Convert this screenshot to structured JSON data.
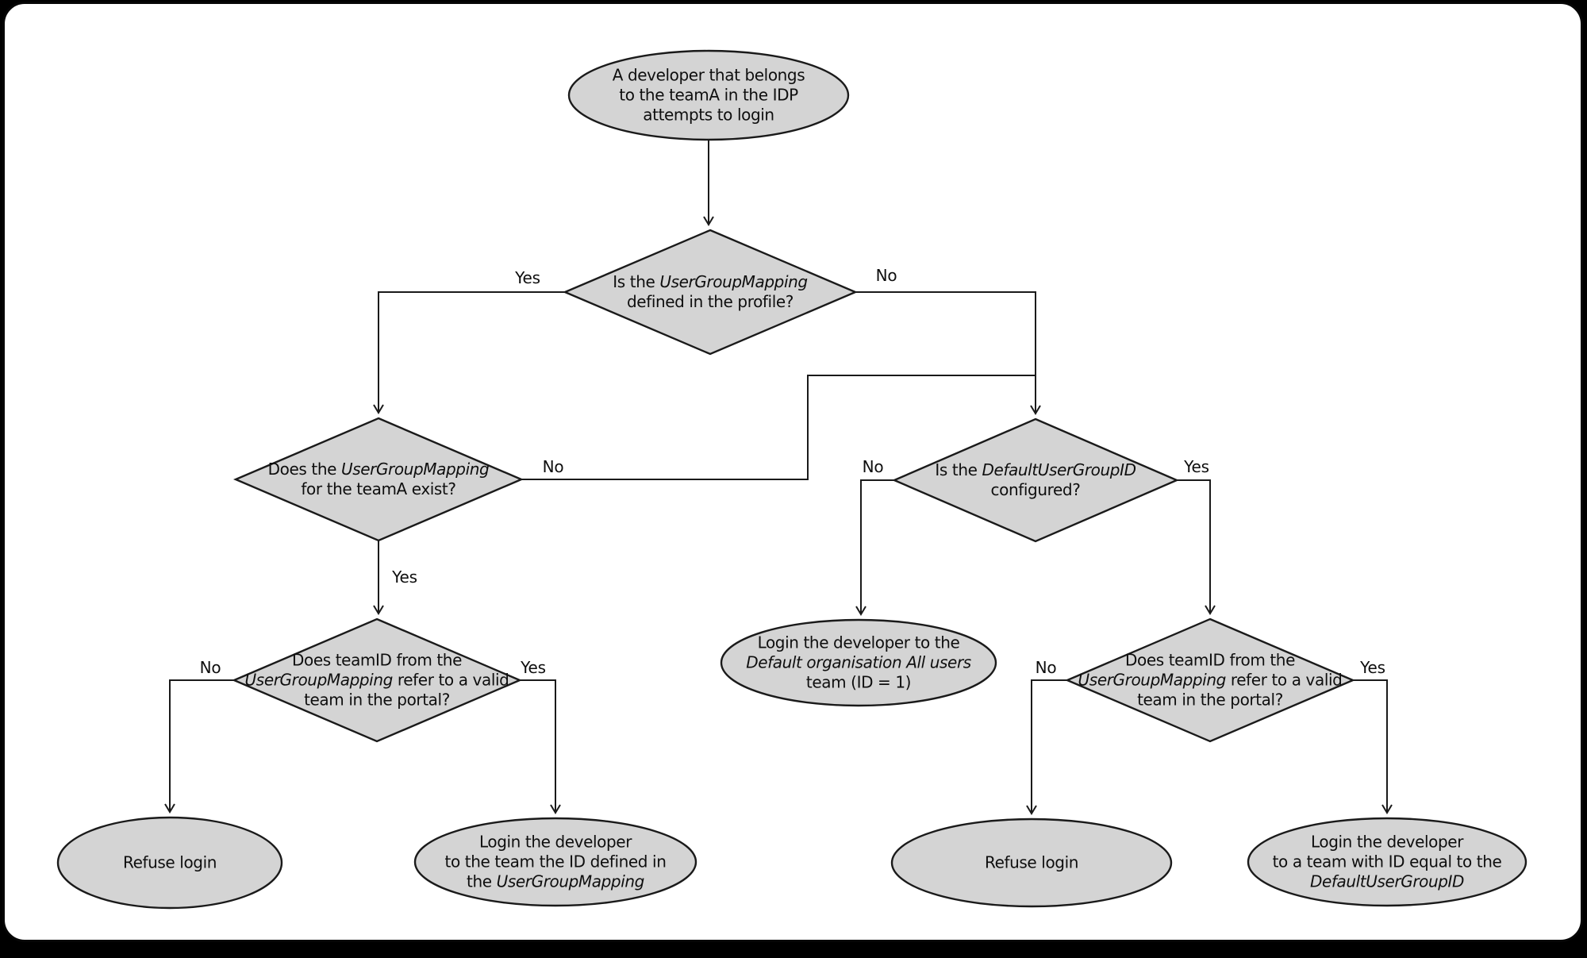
{
  "diagram_type": "flowchart",
  "colors": {
    "frame": "#000000",
    "canvas_background": "#ffffff",
    "node_fill": "#d4d4d4",
    "node_stroke": "#1a1a1a",
    "edge_stroke": "#1a1a1a",
    "text": "#0e0e0e"
  },
  "nodes": {
    "start": {
      "shape": "ellipse",
      "lines": [
        {
          "runs": [
            {
              "text": "A developer that belongs",
              "italic": false
            }
          ]
        },
        {
          "runs": [
            {
              "text": "to the teamA in the IDP",
              "italic": false
            }
          ]
        },
        {
          "runs": [
            {
              "text": "attempts to login",
              "italic": false
            }
          ]
        }
      ]
    },
    "d1": {
      "shape": "diamond",
      "lines": [
        {
          "runs": [
            {
              "text": "Is the ",
              "italic": false
            },
            {
              "text": "UserGroupMapping",
              "italic": true
            }
          ]
        },
        {
          "runs": [
            {
              "text": "defined in the profile?",
              "italic": false
            }
          ]
        }
      ]
    },
    "d2": {
      "shape": "diamond",
      "lines": [
        {
          "runs": [
            {
              "text": "Does the ",
              "italic": false
            },
            {
              "text": "UserGroupMapping",
              "italic": true
            }
          ]
        },
        {
          "runs": [
            {
              "text": "for the teamA exist?",
              "italic": false
            }
          ]
        }
      ]
    },
    "d3": {
      "shape": "diamond",
      "lines": [
        {
          "runs": [
            {
              "text": "Is the ",
              "italic": false
            },
            {
              "text": "DefaultUserGroupID",
              "italic": true
            }
          ]
        },
        {
          "runs": [
            {
              "text": "configured?",
              "italic": false
            }
          ]
        }
      ]
    },
    "d4": {
      "shape": "diamond",
      "lines": [
        {
          "runs": [
            {
              "text": "Does teamID from the",
              "italic": false
            }
          ]
        },
        {
          "runs": [
            {
              "text": "UserGroupMapping",
              "italic": true
            },
            {
              "text": " refer to a valid",
              "italic": false
            }
          ]
        },
        {
          "runs": [
            {
              "text": "team in the portal?",
              "italic": false
            }
          ]
        }
      ]
    },
    "d5": {
      "shape": "diamond",
      "lines": [
        {
          "runs": [
            {
              "text": "Does teamID from the",
              "italic": false
            }
          ]
        },
        {
          "runs": [
            {
              "text": "UserGroupMapping",
              "italic": true
            },
            {
              "text": " refer to a valid",
              "italic": false
            }
          ]
        },
        {
          "runs": [
            {
              "text": "team in the portal?",
              "italic": false
            }
          ]
        }
      ]
    },
    "e1": {
      "shape": "ellipse",
      "lines": [
        {
          "runs": [
            {
              "text": "Refuse login",
              "italic": false
            }
          ]
        }
      ]
    },
    "e2": {
      "shape": "ellipse",
      "lines": [
        {
          "runs": [
            {
              "text": "Login the developer",
              "italic": false
            }
          ]
        },
        {
          "runs": [
            {
              "text": "to the team the ID defined in",
              "italic": false
            }
          ]
        },
        {
          "runs": [
            {
              "text": "the ",
              "italic": false
            },
            {
              "text": "UserGroupMapping",
              "italic": true
            }
          ]
        }
      ]
    },
    "e3": {
      "shape": "ellipse",
      "lines": [
        {
          "runs": [
            {
              "text": "Login the developer to the",
              "italic": false
            }
          ]
        },
        {
          "runs": [
            {
              "text": "Default organisation All users",
              "italic": true
            }
          ]
        },
        {
          "runs": [
            {
              "text": "team (ID = 1)",
              "italic": false
            }
          ]
        }
      ]
    },
    "e4": {
      "shape": "ellipse",
      "lines": [
        {
          "runs": [
            {
              "text": "Refuse login",
              "italic": false
            }
          ]
        }
      ]
    },
    "e5": {
      "shape": "ellipse",
      "lines": [
        {
          "runs": [
            {
              "text": "Login the developer",
              "italic": false
            }
          ]
        },
        {
          "runs": [
            {
              "text": "to a team with ID equal to the",
              "italic": false
            }
          ]
        },
        {
          "runs": [
            {
              "text": "DefaultUserGroupID",
              "italic": true
            }
          ]
        }
      ]
    }
  },
  "edge_labels": {
    "d1_yes": "Yes",
    "d1_no": "No",
    "d2_no": "No",
    "d2_yes": "Yes",
    "d3_no": "No",
    "d3_yes": "Yes",
    "d4_no": "No",
    "d4_yes": "Yes",
    "d5_no": "No",
    "d5_yes": "Yes"
  }
}
